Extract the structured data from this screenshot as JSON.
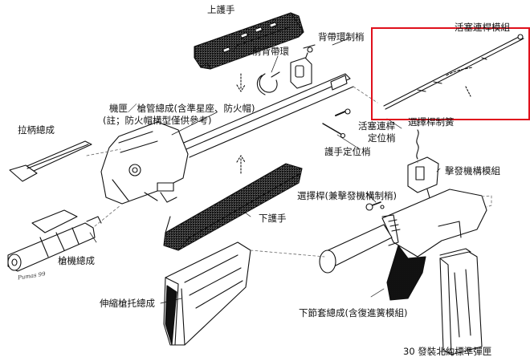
{
  "labels": {
    "upper_handguard": "上護手",
    "sling_swivel_pin": "背帶環制梢",
    "front_sling_swivel": "前背帶環",
    "gas_tube_assembly": "活塞連桿模組",
    "receiver_barrel_line1": "機匣／槍管總成(含準星座、防火帽)",
    "receiver_barrel_line2": "(註；防火帽構型僅供參考)",
    "charging_handle": "拉柄總成",
    "gas_piston_pin_line1": "活塞連桿",
    "gas_piston_pin_line2": "定位梢",
    "selector_spring": "選擇桿制簧",
    "handguard_pin": "護手定位梢",
    "trigger_group": "擊發機構模組",
    "selector_lever": "選擇桿(兼擊發機構制梢)",
    "lower_handguard": "下護手",
    "bolt_assembly": "槍機總成",
    "buttstock": "伸縮槍托總成",
    "lower_receiver": "下節套總成(含復進簧模組)",
    "magazine": "30 發裝北約標準彈匣"
  },
  "signature": "Pumas 99",
  "highlight_color": "#e0101c"
}
